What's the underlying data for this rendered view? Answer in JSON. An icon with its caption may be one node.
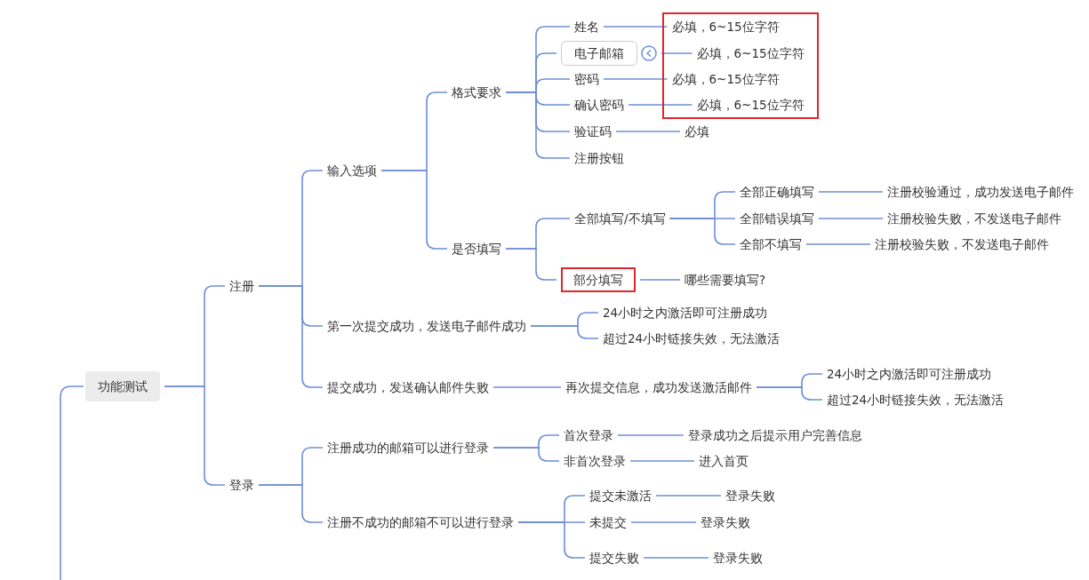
{
  "diagram": {
    "nodes": [
      {
        "text": [
          "功能测试"
        ]
      },
      {
        "text": [
          "注册"
        ]
      },
      {
        "text": [
          "登录"
        ]
      },
      {
        "text": [
          "输入选项"
        ]
      },
      {
        "text": [
          "格式要求"
        ]
      },
      {
        "text": [
          "是否填写"
        ]
      },
      {
        "text": [
          "姓名"
        ]
      },
      {
        "text": [
          "电子邮箱"
        ]
      },
      {
        "text": [
          "密码"
        ]
      },
      {
        "text": [
          "确认密码"
        ]
      },
      {
        "text": [
          "验证码"
        ]
      },
      {
        "text": [
          "注册按钮"
        ]
      },
      {
        "text": [],
        "shape": "box"
      },
      {
        "text": [
          "必填，6~15位字符"
        ],
        "in": 12
      },
      {
        "text": [
          "必填，6~15位字符"
        ],
        "in": 12
      },
      {
        "text": [
          "必填，6~15位字符"
        ],
        "in": 12
      },
      {
        "text": [
          "必填，6~15位字符"
        ],
        "in": 12
      },
      {
        "text": [
          "必填"
        ]
      },
      {
        "text": [
          "全部填写/不填写"
        ]
      },
      {
        "text": [
          "部分填写"
        ]
      },
      {
        "text": [
          "全部正确填写"
        ]
      },
      {
        "text": [
          "全部错误填写"
        ]
      },
      {
        "text": [
          "全部不填写"
        ]
      },
      {
        "text": [
          "注册校验通过，成功发送电子邮件"
        ]
      },
      {
        "text": [
          "注册校验失败，不发送电子邮件"
        ]
      },
      {
        "text": [
          "注册校验失败，不发送电子邮件"
        ]
      },
      {
        "text": [
          "哪些需要填写?"
        ]
      },
      {
        "text": [
          "第一次提交成功，发送电子邮件成功"
        ]
      },
      {
        "text": [
          "24小时之内激活即可注册成功"
        ]
      },
      {
        "text": [
          "超过24小时链接失效，无法激活"
        ]
      },
      {
        "text": [
          "提交成功，发送确认邮件失败"
        ]
      },
      {
        "text": [
          "再次提交信息，成功发送激活邮件"
        ]
      },
      {
        "text": [
          "24小时之内激活即可注册成功"
        ]
      },
      {
        "text": [
          "超过24小时链接失效，无法激活"
        ]
      },
      {
        "text": [
          "注册成功的邮箱可以进行登录"
        ]
      },
      {
        "text": [
          "首次登录"
        ]
      },
      {
        "text": [
          "登录成功之后提示用户完善信息"
        ]
      },
      {
        "text": [
          "非首次登录"
        ]
      },
      {
        "text": [
          "进入首页"
        ]
      },
      {
        "text": [
          "注册不成功的邮箱不可以进行登录"
        ]
      },
      {
        "text": [
          "提交未激活"
        ]
      },
      {
        "text": [
          "登录失败"
        ]
      },
      {
        "text": [
          "未提交"
        ]
      },
      {
        "text": [
          "登录失败"
        ]
      },
      {
        "text": [
          "提交失败"
        ]
      },
      {
        "text": [
          "登录失败"
        ]
      }
    ],
    "edges": [
      {
        "from": 0,
        "to": 1,
        "arrow": "none"
      },
      {
        "from": 0,
        "to": 2,
        "arrow": "none"
      },
      {
        "from": 1,
        "to": 3,
        "arrow": "none"
      },
      {
        "from": 1,
        "to": 27,
        "arrow": "none"
      },
      {
        "from": 1,
        "to": 30,
        "arrow": "none"
      },
      {
        "from": 3,
        "to": 4,
        "arrow": "none"
      },
      {
        "from": 3,
        "to": 5,
        "arrow": "none"
      },
      {
        "from": 4,
        "to": 6,
        "arrow": "none"
      },
      {
        "from": 4,
        "to": 7,
        "arrow": "none"
      },
      {
        "from": 4,
        "to": 8,
        "arrow": "none"
      },
      {
        "from": 4,
        "to": 9,
        "arrow": "none"
      },
      {
        "from": 4,
        "to": 10,
        "arrow": "none"
      },
      {
        "from": 4,
        "to": 11,
        "arrow": "none"
      },
      {
        "from": 6,
        "to": 13,
        "arrow": "none"
      },
      {
        "from": 7,
        "to": 14,
        "arrow": "none"
      },
      {
        "from": 8,
        "to": 15,
        "arrow": "none"
      },
      {
        "from": 9,
        "to": 16,
        "arrow": "none"
      },
      {
        "from": 10,
        "to": 17,
        "arrow": "none"
      },
      {
        "from": 5,
        "to": 18,
        "arrow": "none"
      },
      {
        "from": 5,
        "to": 19,
        "arrow": "none"
      },
      {
        "from": 18,
        "to": 20,
        "arrow": "none"
      },
      {
        "from": 18,
        "to": 21,
        "arrow": "none"
      },
      {
        "from": 18,
        "to": 22,
        "arrow": "none"
      },
      {
        "from": 20,
        "to": 23,
        "arrow": "none"
      },
      {
        "from": 21,
        "to": 24,
        "arrow": "none"
      },
      {
        "from": 22,
        "to": 25,
        "arrow": "none"
      },
      {
        "from": 19,
        "to": 26,
        "arrow": "none"
      },
      {
        "from": 27,
        "to": 28,
        "arrow": "none"
      },
      {
        "from": 27,
        "to": 29,
        "arrow": "none"
      },
      {
        "from": 30,
        "to": 31,
        "arrow": "none"
      },
      {
        "from": 31,
        "to": 32,
        "arrow": "none"
      },
      {
        "from": 31,
        "to": 33,
        "arrow": "none"
      },
      {
        "from": 2,
        "to": 34,
        "arrow": "none"
      },
      {
        "from": 2,
        "to": 39,
        "arrow": "none"
      },
      {
        "from": 34,
        "to": 35,
        "arrow": "none"
      },
      {
        "from": 34,
        "to": 37,
        "arrow": "none"
      },
      {
        "from": 35,
        "to": 36,
        "arrow": "none"
      },
      {
        "from": 37,
        "to": 38,
        "arrow": "none"
      },
      {
        "from": 39,
        "to": 40,
        "arrow": "none"
      },
      {
        "from": 39,
        "to": 42,
        "arrow": "none"
      },
      {
        "from": 39,
        "to": 44,
        "arrow": "none"
      },
      {
        "from": 40,
        "to": 41,
        "arrow": "none"
      },
      {
        "from": 42,
        "to": 43,
        "arrow": "none"
      },
      {
        "from": 44,
        "to": 45,
        "arrow": "none"
      },
      {
        "from": 0,
        "to": null,
        "arrow": "none"
      }
    ]
  }
}
